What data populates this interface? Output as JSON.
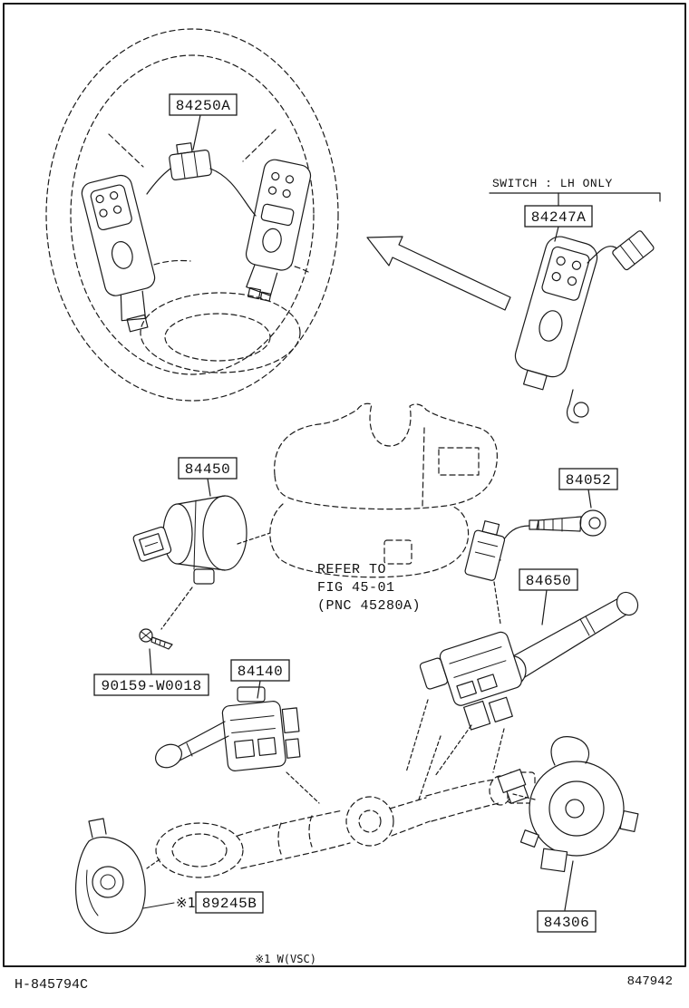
{
  "page": {
    "doc_code": "H-845794C",
    "fig_code": "847942",
    "footnote": "※1 W(VSC)"
  },
  "notes": {
    "switch_lh_only": "SWITCH : LH ONLY",
    "refer": [
      "REFER TO",
      "FIG 45-01",
      "(PNC 45280A)"
    ],
    "asterisk": "※1"
  },
  "parts": {
    "steering_pad_switch": "84250A",
    "steering_pad_switch_lh": "84247A",
    "ignition_cylinder": "84450",
    "transponder_key": "84052",
    "windshield_wiper_switch": "84650",
    "headlamp_dimmer_switch": "84140",
    "screw": "90159-W0018",
    "column_hole_cover": "89245B",
    "spiral_cable": "84306"
  },
  "colors": {
    "ink": "#1a1a1a",
    "paper": "#ffffff"
  }
}
